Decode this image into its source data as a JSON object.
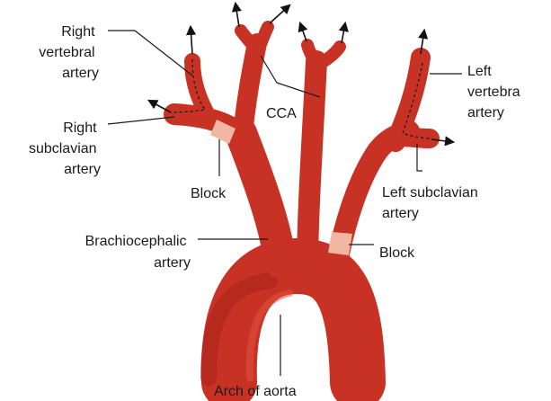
{
  "labels": {
    "right_vertebral_artery": [
      "Right",
      "vertebral",
      "artery"
    ],
    "right_subclavian_artery": [
      "Right",
      "subclavian",
      "artery"
    ],
    "cca": "CCA",
    "left_vertebral_artery": [
      "Left",
      "vertebra",
      "artery"
    ],
    "block_right": "Block",
    "left_subclavian_artery": [
      "Left subclavian",
      "artery"
    ],
    "brachiocephalic_artery": [
      "Brachiocephalic",
      "artery"
    ],
    "block_left": "Block",
    "arch_of_aorta": "Arch of aorta"
  },
  "colors": {
    "vessel": "#c73224",
    "vessel_shadow": "#a8231a",
    "block": "#f1b7a3",
    "text": "#1a1a1a"
  }
}
